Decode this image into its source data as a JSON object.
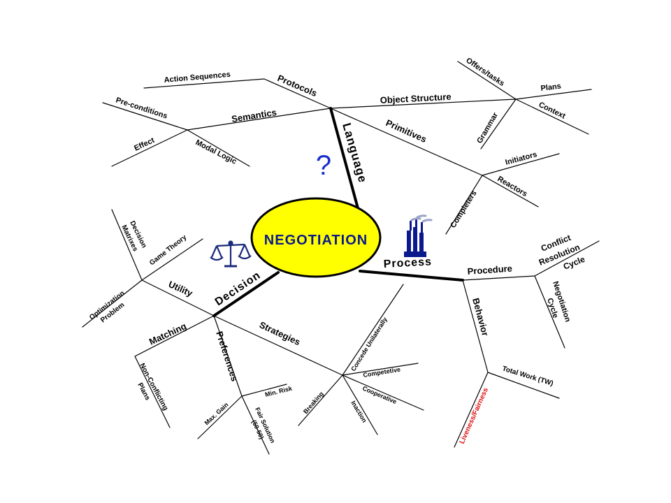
{
  "center": {
    "label": "NEGOTIATION"
  },
  "main_branches": {
    "language": "Language",
    "process": "Process",
    "decision": "Decision"
  },
  "language": {
    "protocols": "Protocols",
    "action_sequences": "Action Sequences",
    "semantics": "Semantics",
    "pre_conditions": "Pre-conditions",
    "effect": "Effect",
    "modal_logic": "Modal Logic",
    "object_structure": "Object Structure",
    "grammar": "Grammar",
    "offers_tasks": "Offers/tasks",
    "plans": "Plans",
    "context": "Context",
    "primitives": "Primitives",
    "initiators": "Initiators",
    "reactors": "Reactors",
    "completers": "Completers",
    "question_mark": "?"
  },
  "process": {
    "procedure": "Procedure",
    "conflict": "Conflict",
    "resolution": "Resolution",
    "cycle": "Cycle",
    "negotiation": "Negotiation",
    "negotiation_cycle": "Cycle",
    "behavior": "Behavior",
    "total_work": "Total Work (TW)",
    "liveness_fairness": "Liveness/Fairness"
  },
  "decision": {
    "utility": "Utility",
    "game_theory": "Game Theory",
    "decision_line1": "Decision",
    "matrixes": "Matrixes",
    "optimization": "Optimization",
    "problem": "Problem",
    "preferences": "Preferences",
    "matching": "Matching",
    "non_conflicting": "Non-Conflicting",
    "plans": "Plans",
    "strategies": "Strategies",
    "concede_unilaterally": "Concede Unilaterally",
    "competetive": "Competetive",
    "cooperative": "Cooperative",
    "breaking": "Breaking",
    "inaction": "Inaction",
    "min_risk": "Min. Risk",
    "max_gain": "Max. Gain",
    "fair_solution": "Fair Solution",
    "fifty_fifty": "(50-50)"
  },
  "colors": {
    "center_fill": "#ffff00",
    "question_mark": "#1a2fc9",
    "center_text": "#0a1a8c",
    "highlight_text": "#e01010",
    "line": "#000000"
  },
  "icons": [
    "scales-icon",
    "factory-icon"
  ]
}
